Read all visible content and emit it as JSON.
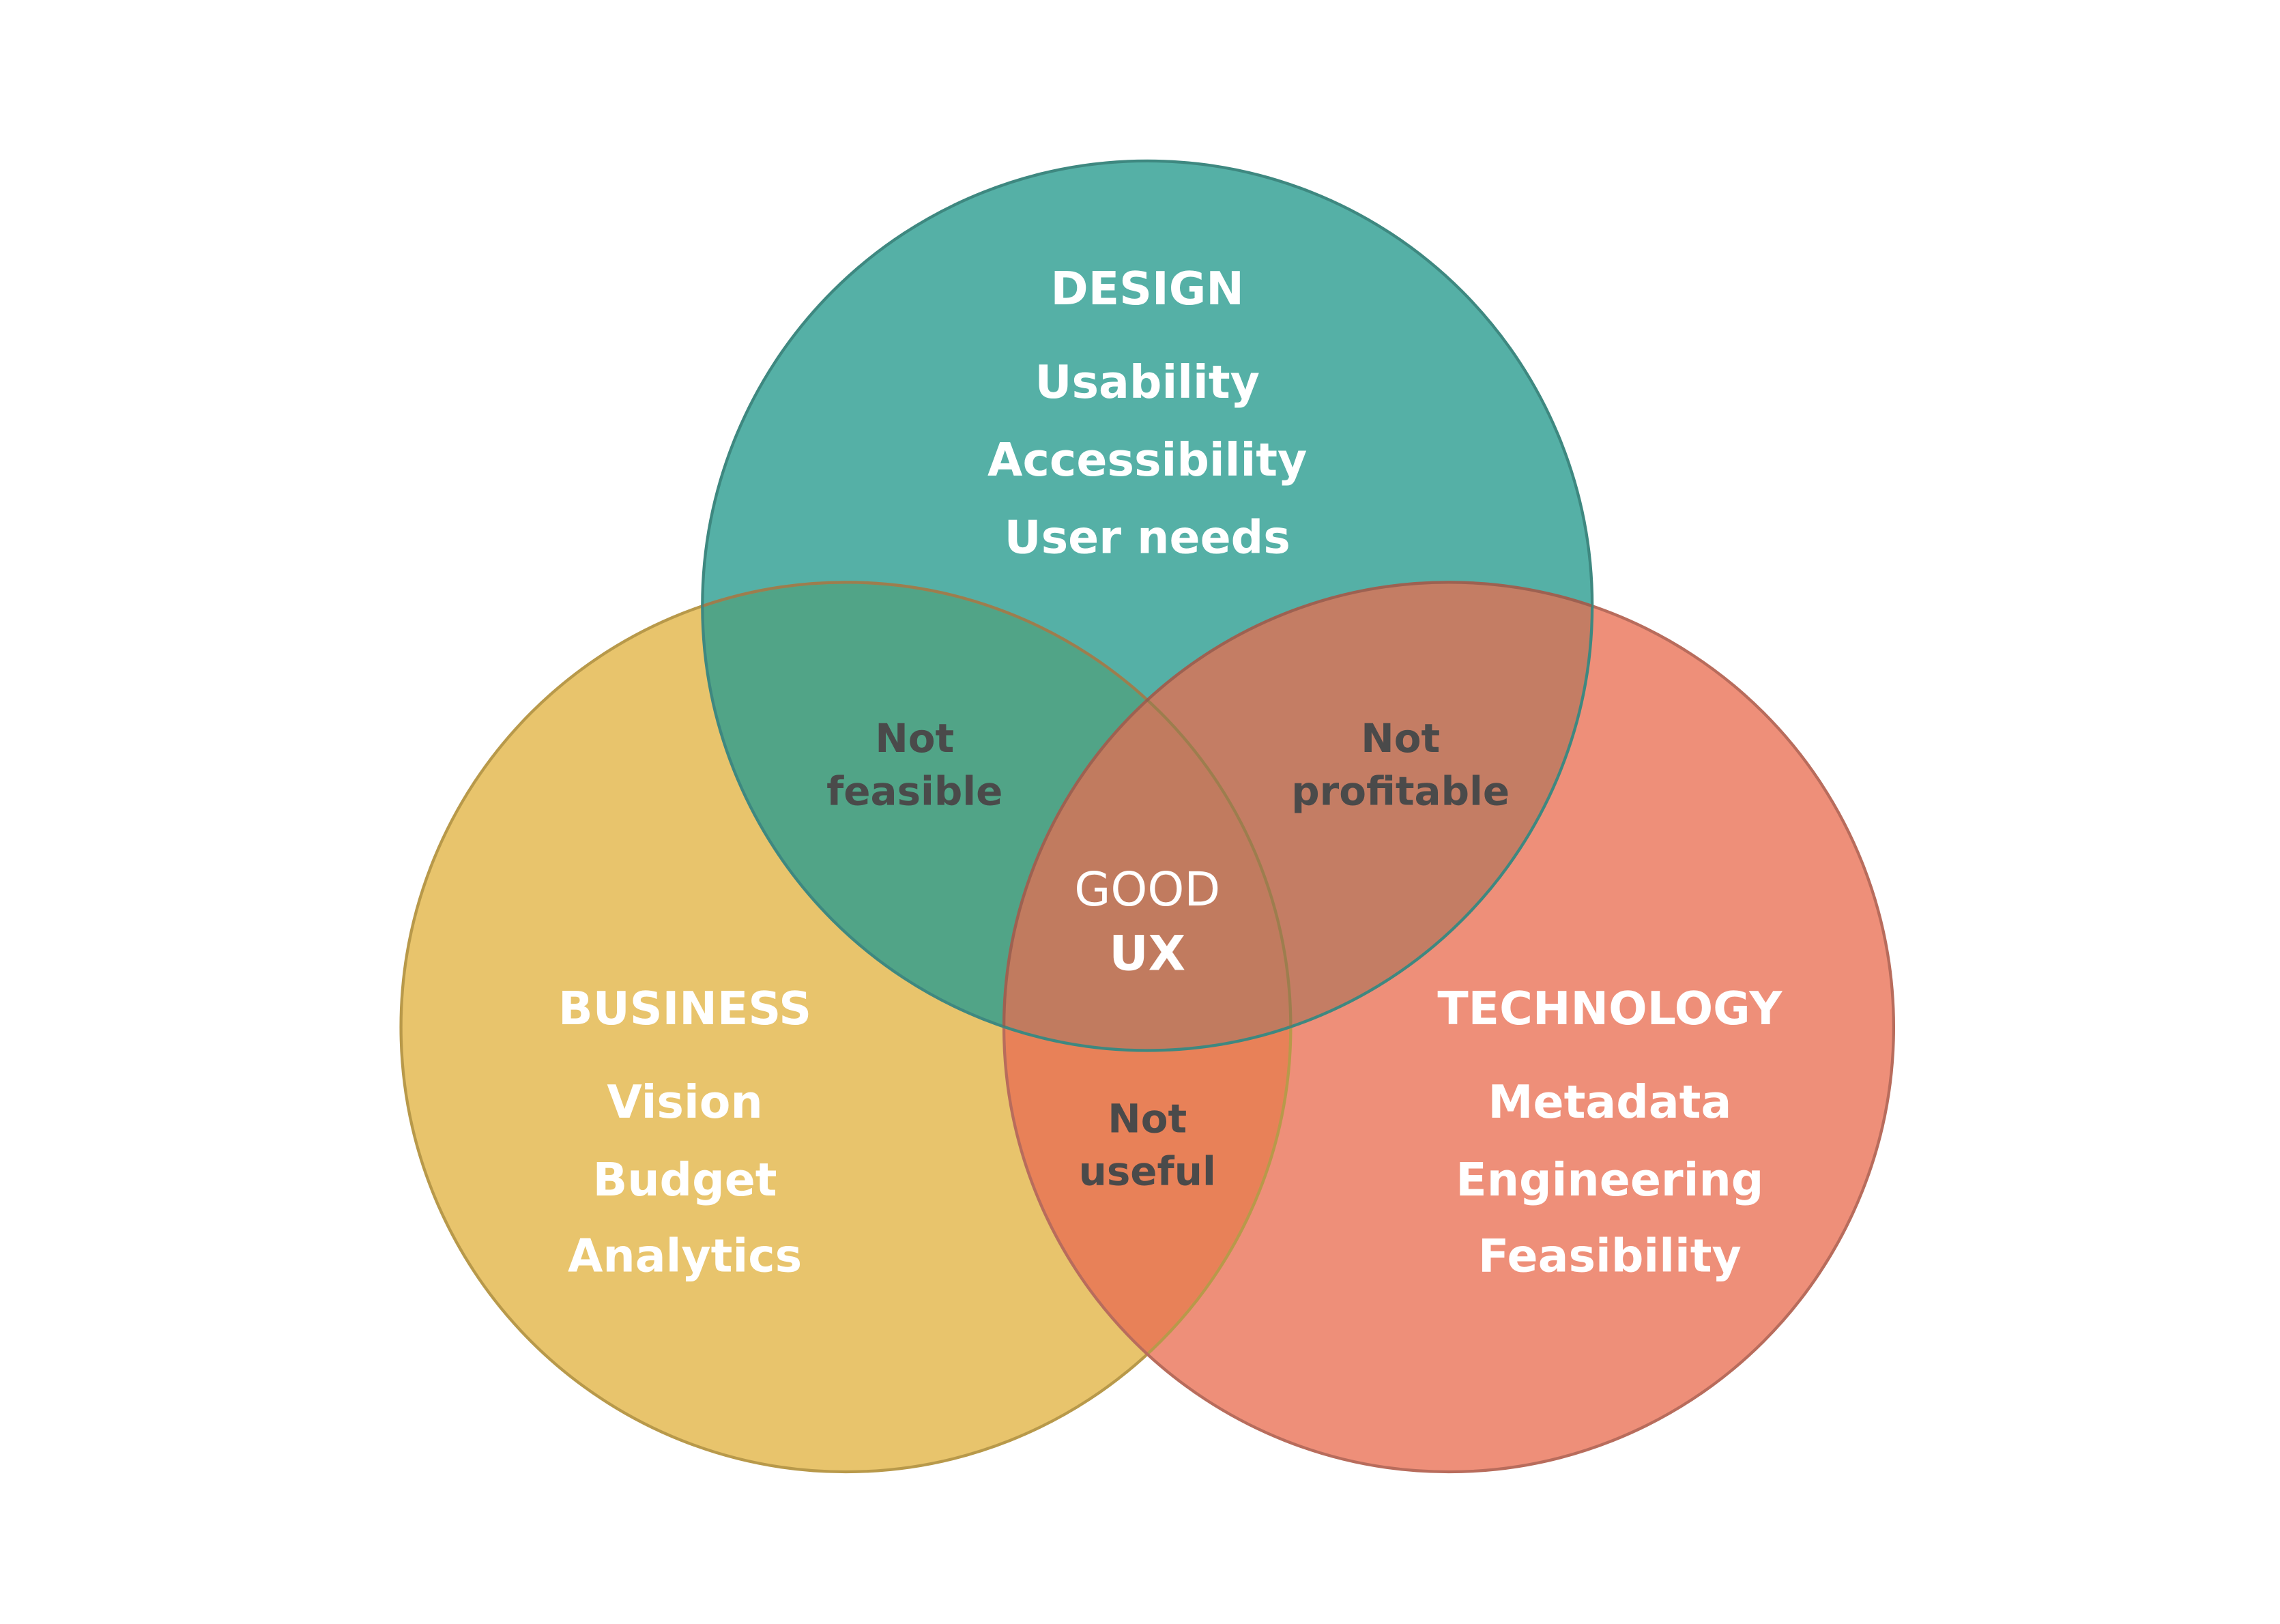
{
  "diagram": {
    "type": "venn",
    "colors": {
      "design": "#55B0A6",
      "design_stroke": "#3E8880",
      "business": "#E8C46C",
      "business_stroke": "#B8994A",
      "technology": "#EE8F79",
      "technology_stroke": "#B86C5C",
      "design_business": "#51A487",
      "design_technology": "#C47D64",
      "business_technology": "#E88158",
      "center": "#C17B5F",
      "overlap_text": "#4A4A4A"
    },
    "sets": [
      {
        "id": "design",
        "title": "DESIGN",
        "items": [
          "Usability",
          "Accessibility",
          "User needs"
        ]
      },
      {
        "id": "business",
        "title": "BUSINESS",
        "items": [
          "Vision",
          "Budget",
          "Analytics"
        ]
      },
      {
        "id": "technology",
        "title": "TECHNOLOGY",
        "items": [
          "Metadata",
          "Engineering",
          "Feasibility"
        ]
      }
    ],
    "overlaps": {
      "design_business": {
        "line1": "Not",
        "line2": "feasible"
      },
      "design_technology": {
        "line1": "Not",
        "line2": "profitable"
      },
      "business_technology": {
        "line1": "Not",
        "line2": "useful"
      },
      "center": {
        "line1": "GOOD",
        "line2": "UX"
      }
    }
  }
}
